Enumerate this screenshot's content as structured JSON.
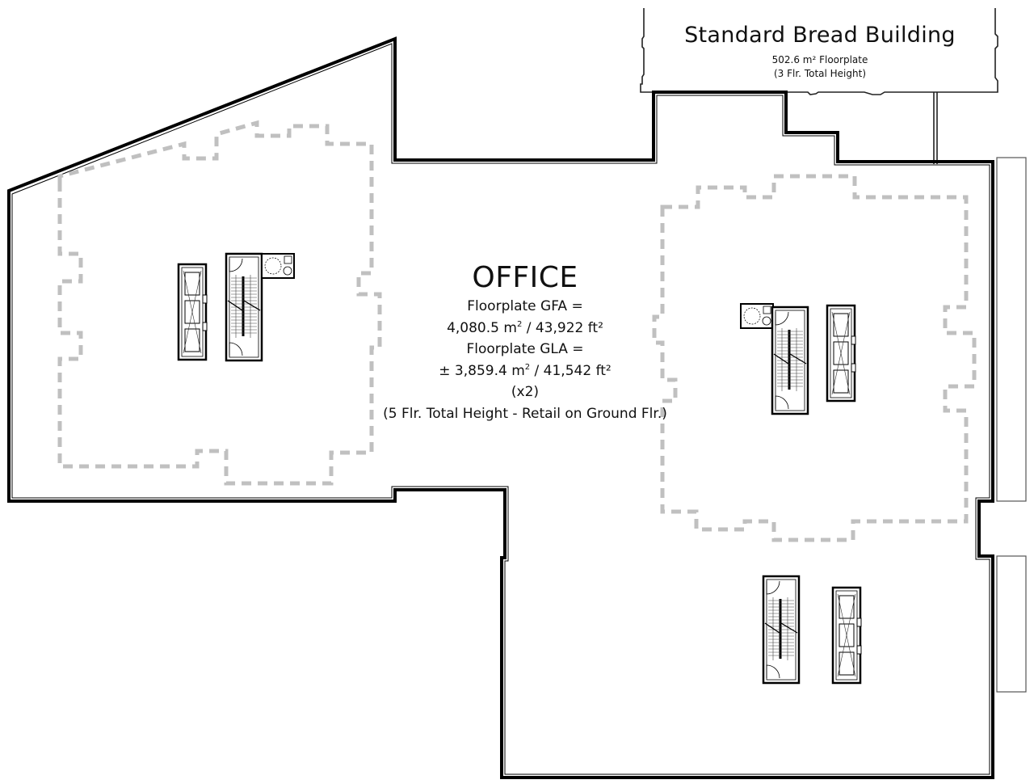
{
  "standard_bread_building": {
    "title": "Standard Bread Building",
    "floorplate": "502.6 m² Floorplate",
    "height": "(3 Flr. Total Height)"
  },
  "office": {
    "title": "OFFICE",
    "gfa_label": "Floorplate GFA =",
    "gfa_m2_value": "4,080.5 m",
    "gfa_m2_sup": "2",
    "gfa_ft2": " / 43,922 ft²",
    "gla_label": "Floorplate GLA  =",
    "gla_m2_value": "± 3,859.4 m",
    "gla_m2_sup": "2",
    "gla_ft2": " / 41,542 ft²",
    "multiplier": "(x2)",
    "height_note": "(5 Flr. Total Height - Retail on Ground Flr.)"
  },
  "colors": {
    "wall": "#000000",
    "dashed_boundary": "#c0c0c0",
    "background": "#ffffff",
    "adjacent_outline": "#555555"
  },
  "cores": [
    {
      "name": "west-core",
      "components": [
        "elevator-bank",
        "stair",
        "washroom"
      ]
    },
    {
      "name": "east-core",
      "components": [
        "washroom",
        "stair",
        "elevator-bank"
      ]
    },
    {
      "name": "south-core",
      "components": [
        "stair",
        "elevator-bank"
      ]
    }
  ]
}
